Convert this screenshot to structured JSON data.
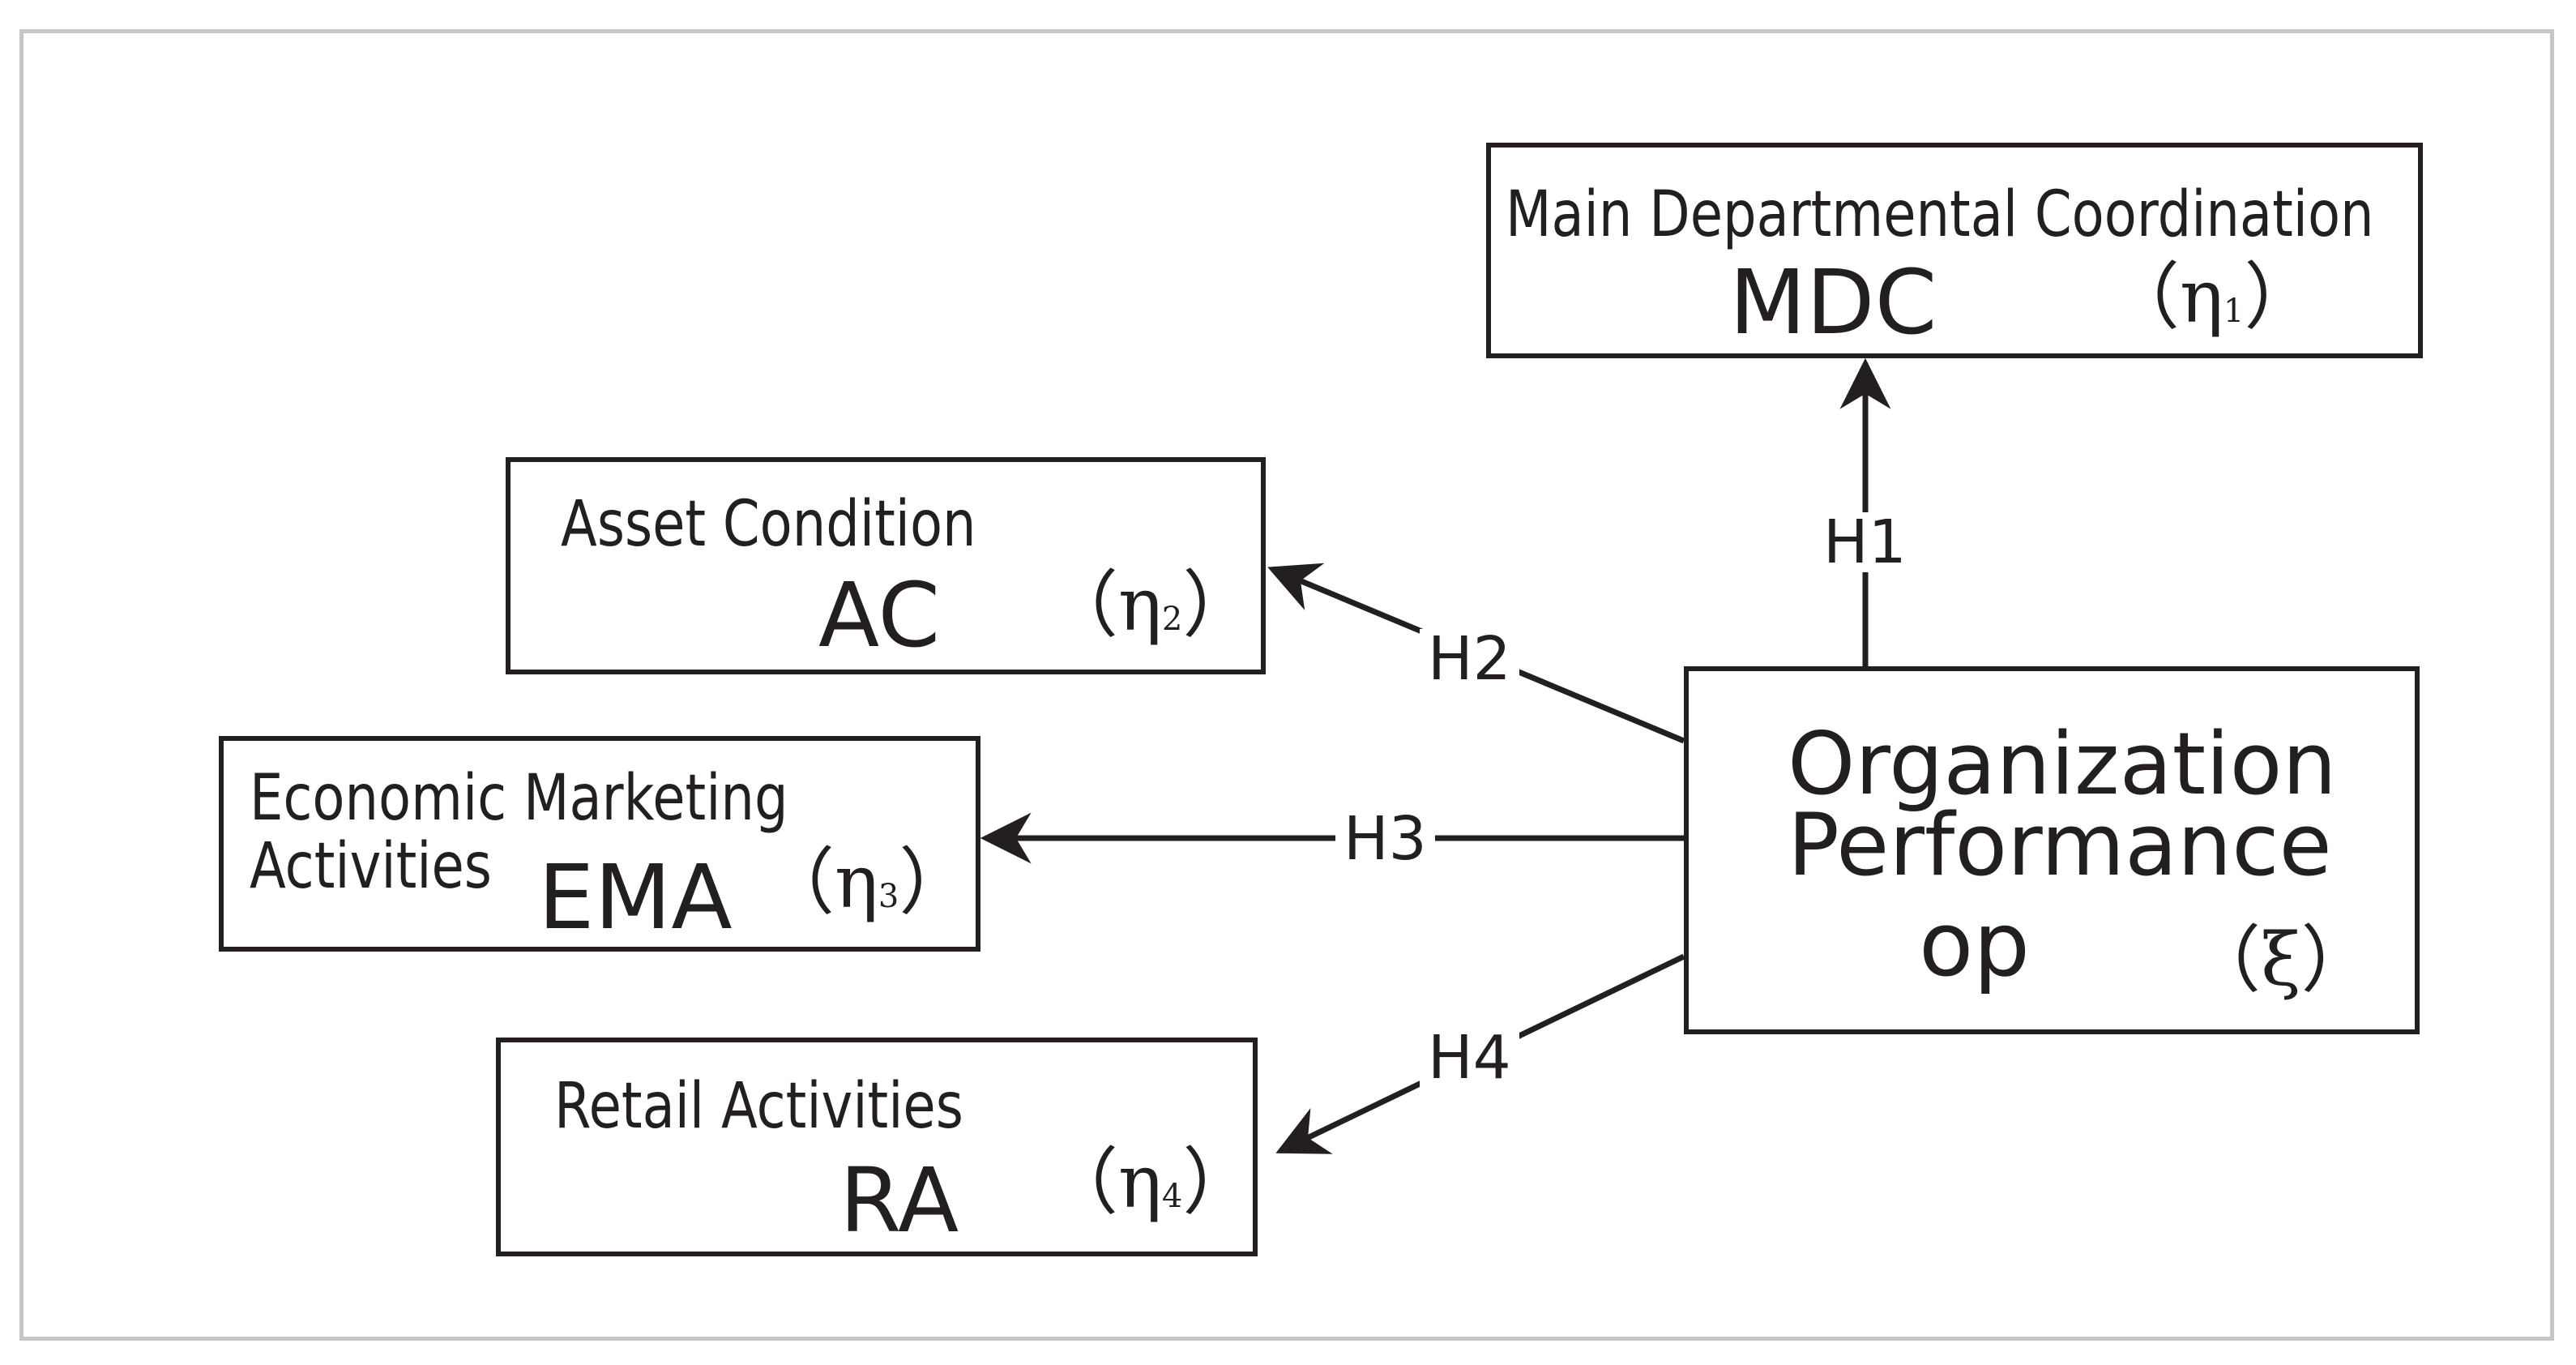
{
  "colors": {
    "ink": "#231f20",
    "frame": "#c6c6c6",
    "background": "#ffffff"
  },
  "nodes": {
    "mdc": {
      "name": "Main Departmental Coordination",
      "abbr": "MDC",
      "greek": "η",
      "sub": "1"
    },
    "ac": {
      "name": "Asset Condition",
      "abbr": "AC",
      "greek": "η",
      "sub": "2"
    },
    "ema": {
      "name_line1": "Economic Marketing",
      "name_line2": "Activities",
      "abbr": "EMA",
      "greek": "η",
      "sub": "3"
    },
    "ra": {
      "name": "Retail Activities",
      "abbr": "RA",
      "greek": "η",
      "sub": "4"
    },
    "op": {
      "name_line1": "Organization",
      "name_line2": "Performance",
      "abbr": "op",
      "greek": "ξ"
    }
  },
  "paren_open": "（",
  "paren_close": "）",
  "hypotheses": {
    "h1": "H1",
    "h2": "H2",
    "h3": "H3",
    "h4": "H4"
  }
}
